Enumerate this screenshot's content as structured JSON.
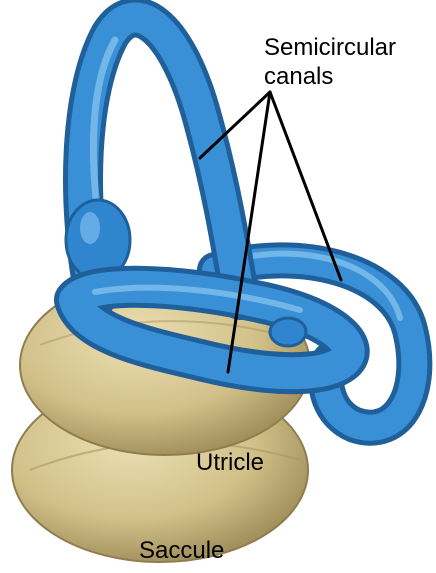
{
  "labels": {
    "semicircular_line1": "Semicircular",
    "semicircular_line2": "canals",
    "utricle": "Utricle",
    "saccule": "Saccule"
  },
  "colors": {
    "canal_dark": "#1f5f9a",
    "canal_mid": "#2f86cf",
    "canal_light": "#6fb5ea",
    "sac_dark": "#9c8a57",
    "sac_mid": "#d2c089",
    "sac_light": "#ebdfb3",
    "leader_line": "#000000"
  }
}
